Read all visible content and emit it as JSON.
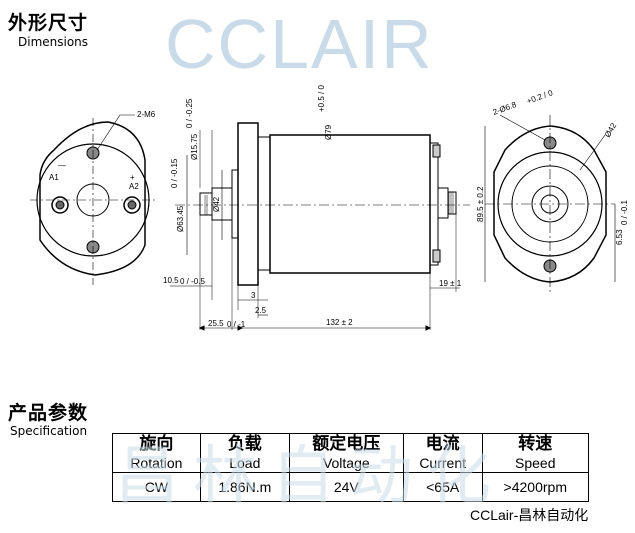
{
  "section_dimensions": {
    "title_cn": "外形尺寸",
    "title_en": "Dimensions"
  },
  "watermark_top": "CCLAIR",
  "drawing": {
    "front_view": {
      "hole_label": "2-M6",
      "terminal_a1": "A1",
      "terminal_a2": "A2",
      "minus": "—",
      "plus": "+"
    },
    "side_view": {
      "d_shaft": "Ø15.75",
      "d_shaft_tol": "0 / -0.25",
      "d_body": "Ø79",
      "d_body_tol": "+0.5 / 0",
      "d_flange": "Ø63.45",
      "d_flange_tol": "0 / -0.15",
      "d_pilot": "Ø42",
      "len_10_5": "10.5",
      "len_10_5_tol": "0 / -0.5",
      "len_3": "3",
      "len_2_5": "2.5",
      "len_25_5": "25.5",
      "len_25_5_tol": "0 / -1",
      "len_132": "132 ± 2",
      "len_19": "19 ± 1"
    },
    "end_view": {
      "holes": "2-Ø6.8",
      "holes_tol": "+0.2 / 0",
      "d_42": "Ø42",
      "h_89_5": "89.5 ± 0.2",
      "h_6_53": "6.53",
      "h_6_53_tol": "0 / -0.1"
    }
  },
  "section_spec": {
    "title_cn": "产品参数",
    "title_en": "Specification"
  },
  "spec_table": {
    "columns": [
      {
        "cn": "旋向",
        "en": "Rotation",
        "value": "CW"
      },
      {
        "cn": "负载",
        "en": "Load",
        "value": "1.86N.m"
      },
      {
        "cn": "额定电压",
        "en": "Voltage",
        "value": "24V"
      },
      {
        "cn": "电流",
        "en": "Current",
        "value": "<65A"
      },
      {
        "cn": "转速",
        "en": "Speed",
        "value": ">4200rpm"
      }
    ]
  },
  "watermark_bottom": "昌林自动化",
  "brand_caption": "CCLair-昌林自动化"
}
